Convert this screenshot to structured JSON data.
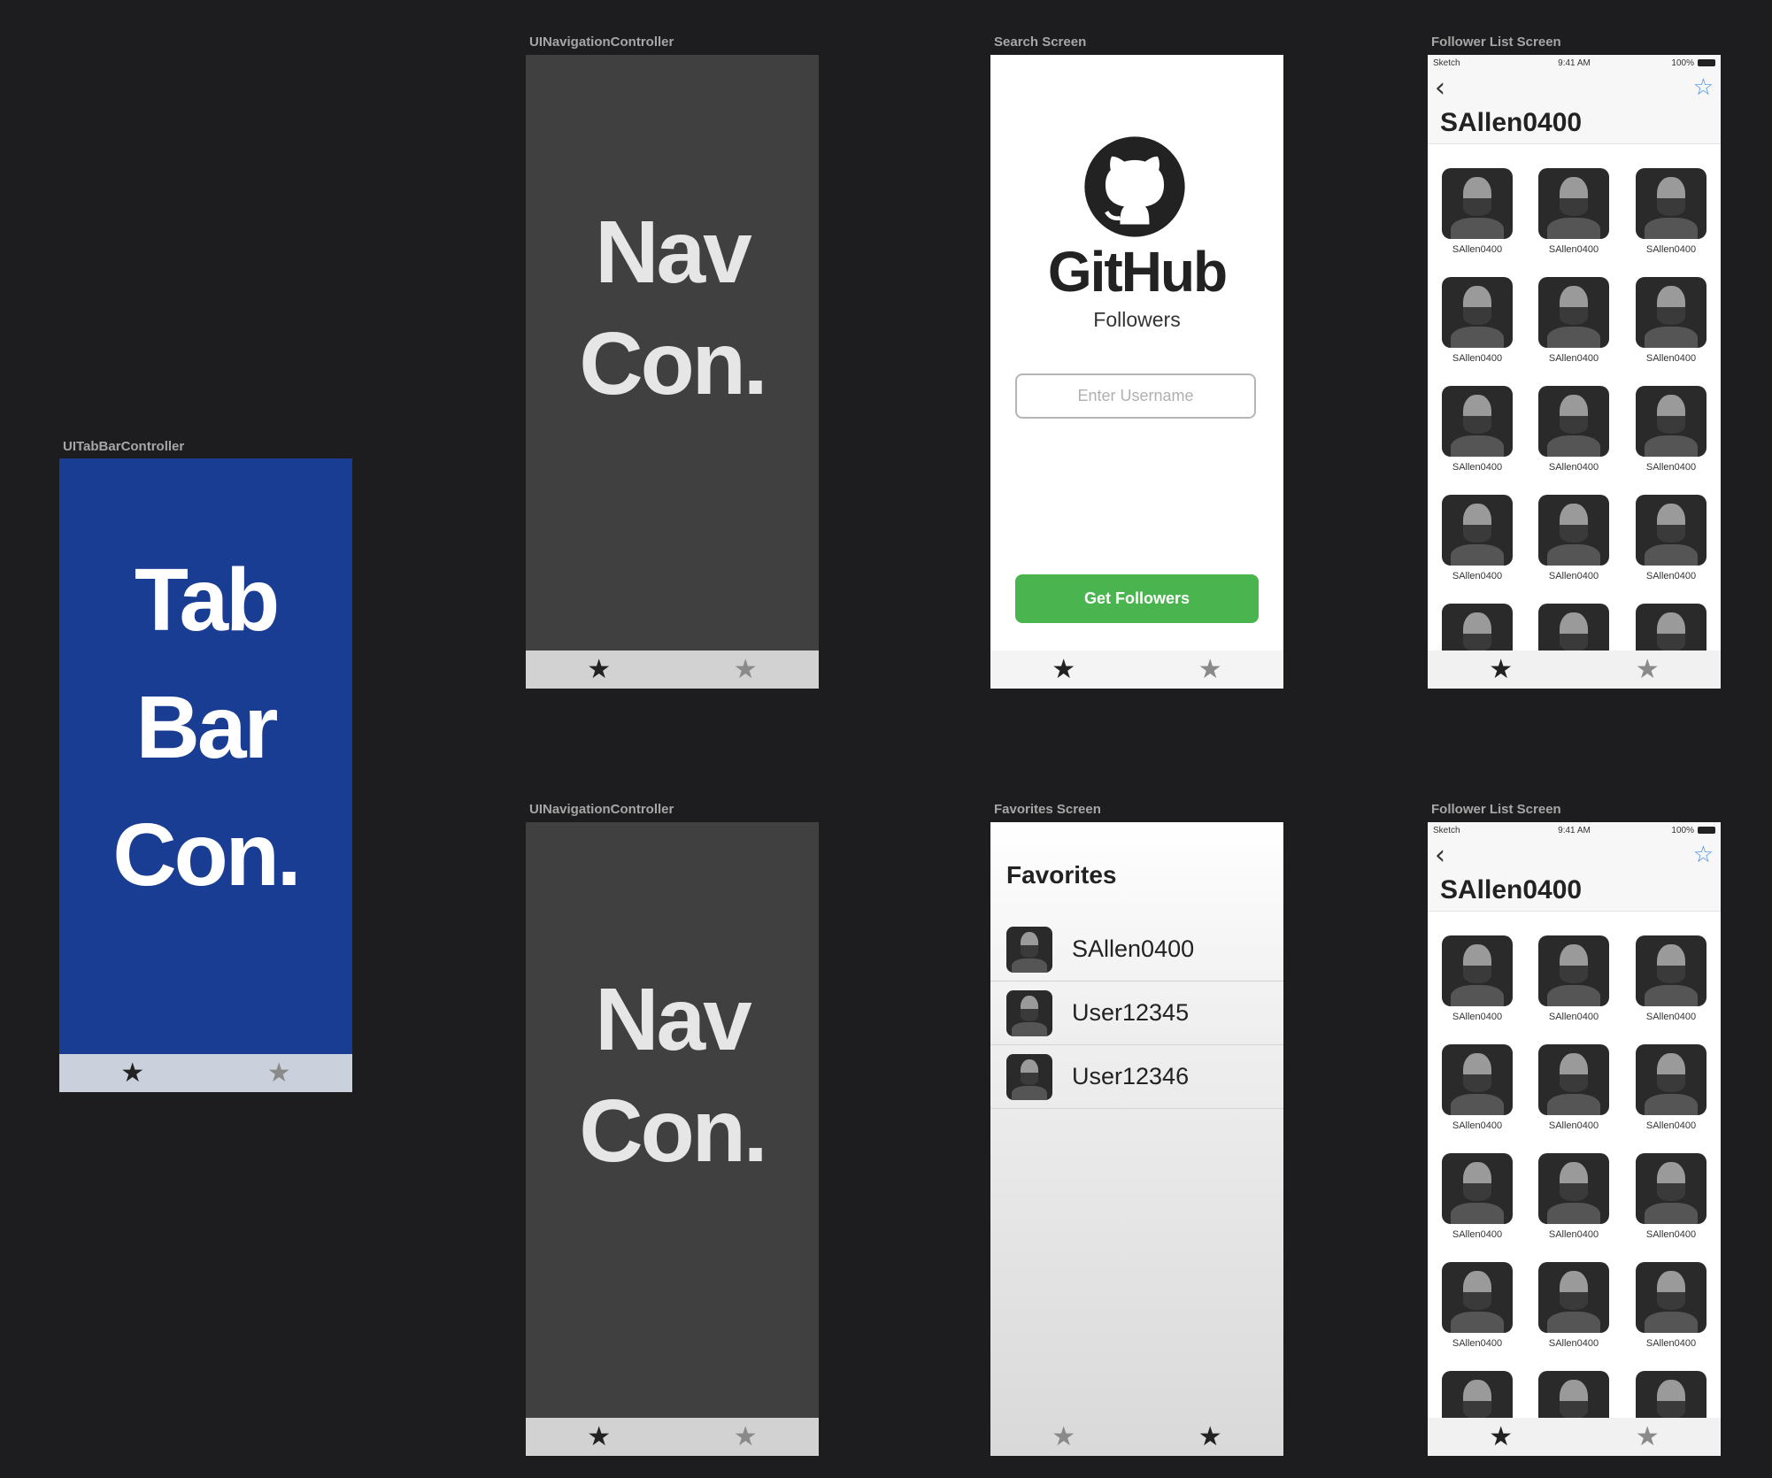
{
  "labels": {
    "tab_bar_controller": "UITabBarController",
    "nav_controller_1": "UINavigationController",
    "nav_controller_2": "UINavigationController",
    "search_screen": "Search Screen",
    "favorites_screen": "Favorites Screen",
    "follower_list_1": "Follower List Screen",
    "follower_list_2": "Follower List Screen"
  },
  "tab_bar_controller": {
    "lines": [
      "Tab",
      "Bar",
      "Con."
    ]
  },
  "nav_controller": {
    "lines": [
      "Nav",
      "Con."
    ]
  },
  "tab_icons": {
    "star": "★"
  },
  "search": {
    "logo_icon": "github-octocat-icon",
    "brand": "GitHub",
    "subtitle": "Followers",
    "placeholder": "Enter Username",
    "button": "Get Followers"
  },
  "favorites": {
    "title": "Favorites",
    "items": [
      "SAllen0400",
      "User12345",
      "User12346"
    ]
  },
  "follower_list": {
    "status": {
      "carrier": "Sketch",
      "time": "9:41 AM",
      "battery": "100%"
    },
    "back_icon": "‹",
    "favorite_icon": "☆",
    "title": "SAllen0400",
    "username": "SAllen0400"
  },
  "colors": {
    "tab_bar_blue": "#1a3d94",
    "nav_gray": "#404040",
    "button_green": "#4ab54e",
    "star_blue": "#4a90e2",
    "canvas": "#1d1d1f"
  }
}
